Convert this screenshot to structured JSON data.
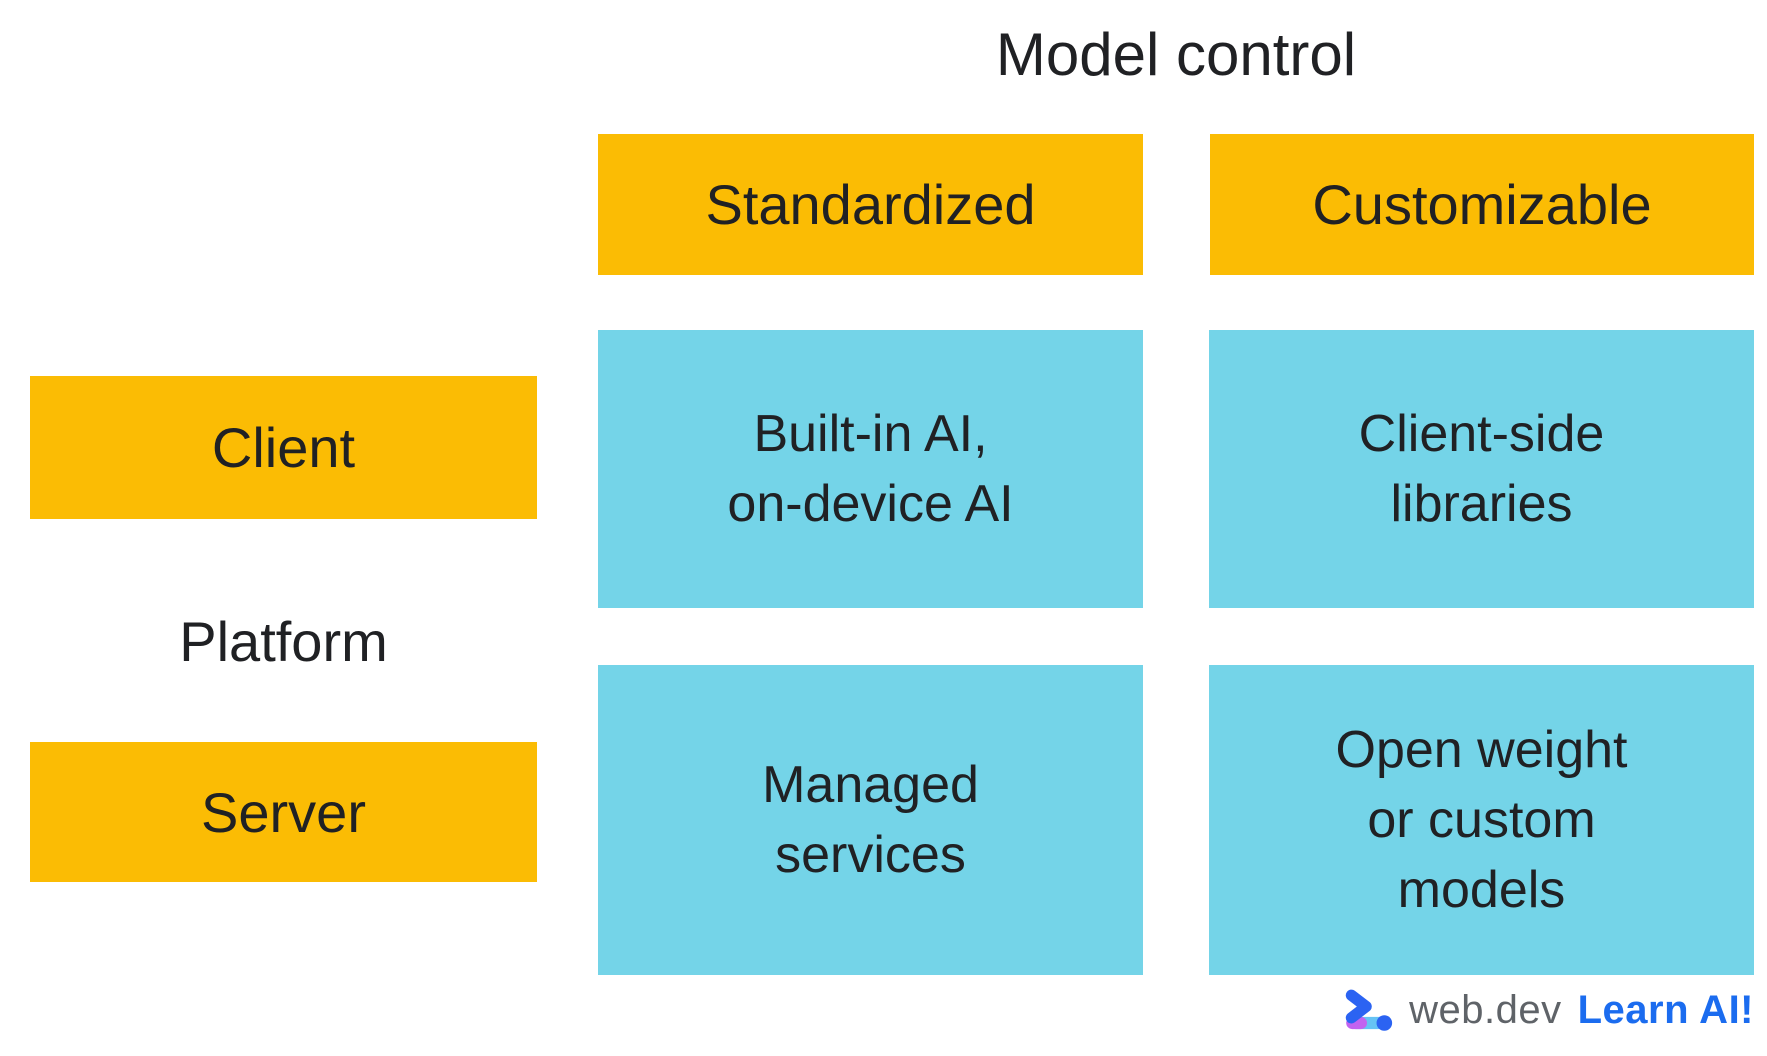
{
  "title": "Model control",
  "matrix": {
    "column_axis_title": "Model control",
    "row_axis_label": "Platform",
    "column_headers": [
      "Standardized",
      "Customizable"
    ],
    "row_headers": [
      "Client",
      "Server"
    ],
    "cells": {
      "client_standardized": "Built-in AI,\non-device AI",
      "client_customizable": "Client-side\nlibraries",
      "server_standardized": "Managed\nservices",
      "server_customizable": "Open weight\nor custom\nmodels"
    }
  },
  "footer": {
    "brand": "web.dev",
    "cta": "Learn AI!",
    "logo_icon": "web-dev-logo"
  },
  "colors": {
    "header_bg": "#FBBC04",
    "cell_bg": "#74D4E8",
    "text": "#202124",
    "brand_text": "#5F6368",
    "cta_text": "#1B6CEF",
    "logo_blue": "#2B63F2",
    "logo_purple": "#C263F0",
    "logo_lightblue": "#66C3F4"
  }
}
